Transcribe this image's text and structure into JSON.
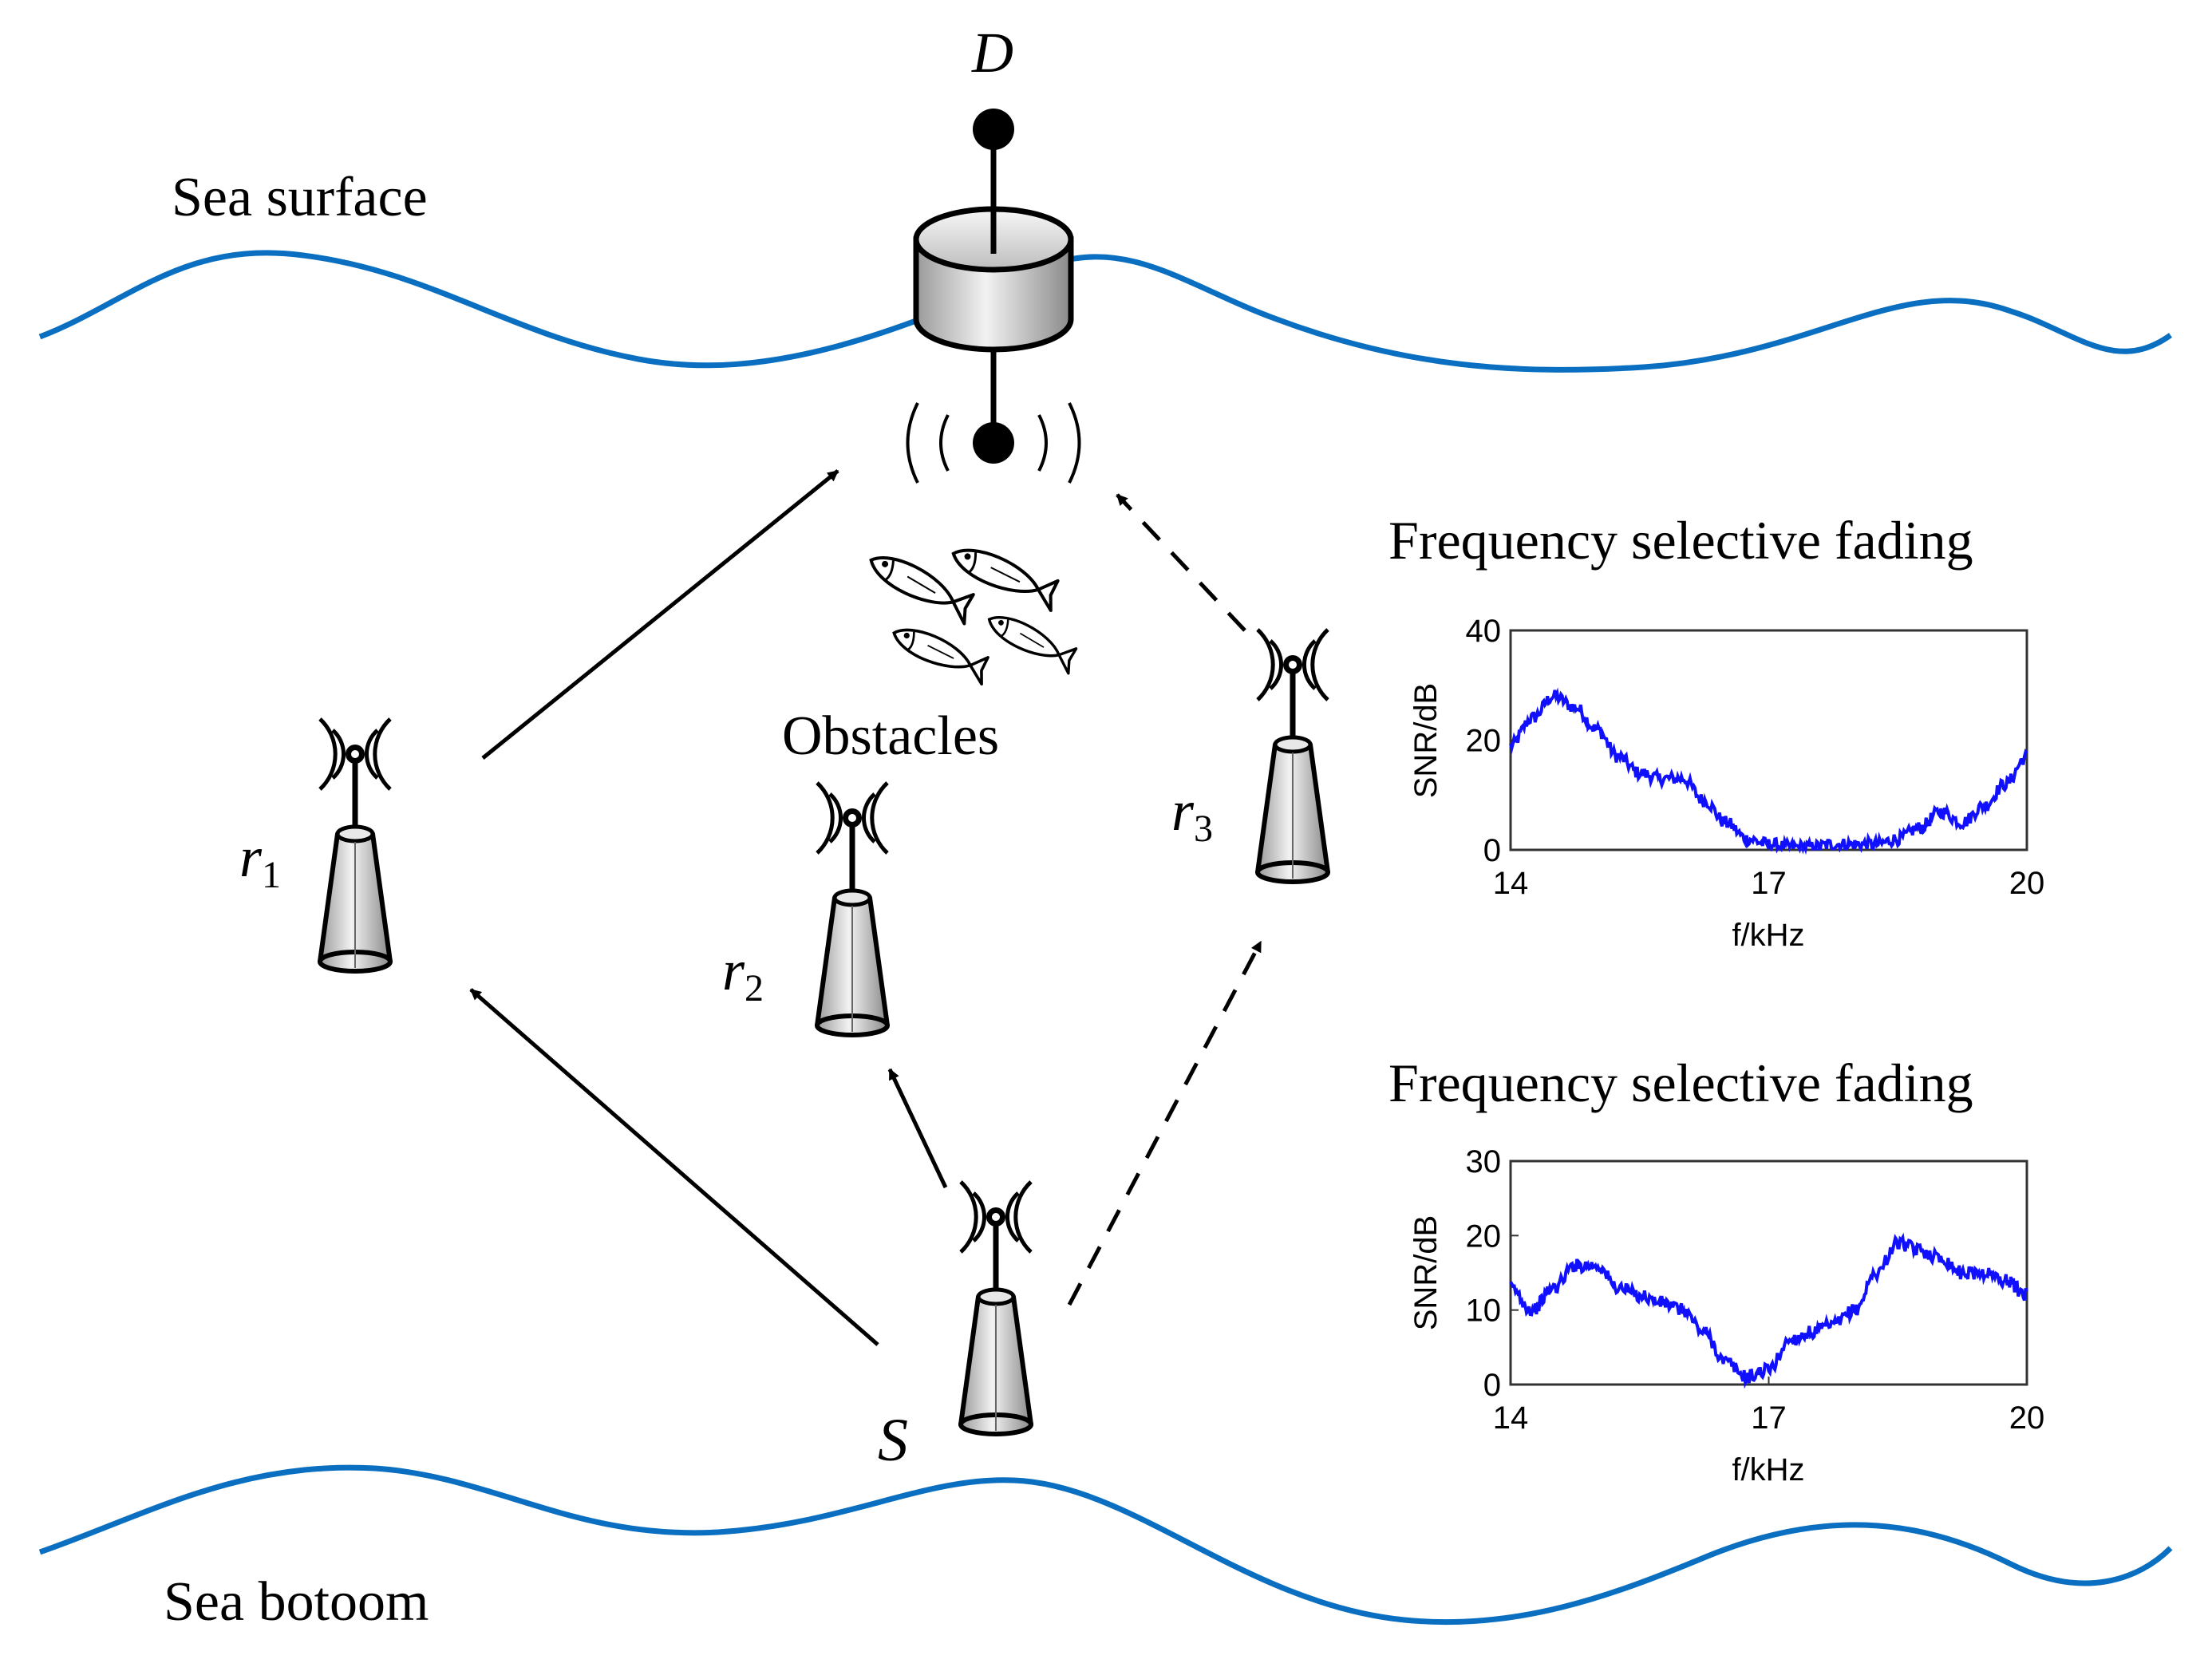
{
  "labels": {
    "sea_surface": "Sea surface",
    "sea_bottom": "Sea botoom",
    "destination": "D",
    "source": "S",
    "obstacles": "Obstacles",
    "relay_1": {
      "base": "r",
      "sub": "1"
    },
    "relay_2": {
      "base": "r",
      "sub": "2"
    },
    "relay_3": {
      "base": "r",
      "sub": "3"
    }
  },
  "colors": {
    "wave": "#0a6fc0",
    "snr_trace": "#1010ff",
    "ink": "#000000"
  },
  "icons": {
    "relay": "antenna-tower-icon",
    "buoy": "buoy-icon",
    "fish": "fish-icon"
  },
  "chart_data": [
    {
      "type": "line",
      "title": "Frequency selective fading",
      "xlabel": "f/kHz",
      "ylabel": "SNR/dB",
      "xlim": [
        14,
        20
      ],
      "ylim": [
        0,
        40
      ],
      "xticks": [
        "14",
        "17",
        "20"
      ],
      "yticks": [
        "0",
        "20",
        "40"
      ],
      "x": [
        14.0,
        14.25,
        14.5,
        14.75,
        15.0,
        15.25,
        15.5,
        15.75,
        16.0,
        16.25,
        16.5,
        16.75,
        17.0,
        17.25,
        17.5,
        17.75,
        18.0,
        18.25,
        18.5,
        18.75,
        19.0,
        19.25,
        19.5,
        19.75,
        20.0
      ],
      "series": [
        {
          "values": [
            19,
            24,
            28,
            26,
            22,
            17,
            14,
            13,
            13,
            9,
            5,
            2,
            1,
            0.5,
            0.5,
            1,
            1,
            1,
            2,
            4,
            7,
            5,
            8,
            12,
            17
          ]
        }
      ]
    },
    {
      "type": "line",
      "title": "Frequency selective fading",
      "xlabel": "f/kHz",
      "ylabel": "SNR/dB",
      "xlim": [
        14,
        20
      ],
      "ylim": [
        0,
        30
      ],
      "xticks": [
        "14",
        "17",
        "20"
      ],
      "yticks": [
        "0",
        "10",
        "20",
        "30"
      ],
      "x": [
        14.0,
        14.25,
        14.5,
        14.75,
        15.0,
        15.25,
        15.5,
        15.75,
        16.0,
        16.25,
        16.5,
        16.75,
        17.0,
        17.25,
        17.5,
        17.75,
        18.0,
        18.25,
        18.5,
        18.75,
        19.0,
        19.25,
        19.5,
        19.75,
        20.0
      ],
      "series": [
        {
          "values": [
            13,
            10,
            13,
            16,
            16,
            13,
            12,
            11,
            10,
            7,
            3,
            1,
            2,
            6,
            7,
            8,
            10,
            15,
            19,
            18,
            17,
            15,
            15,
            14,
            12
          ]
        }
      ]
    }
  ]
}
